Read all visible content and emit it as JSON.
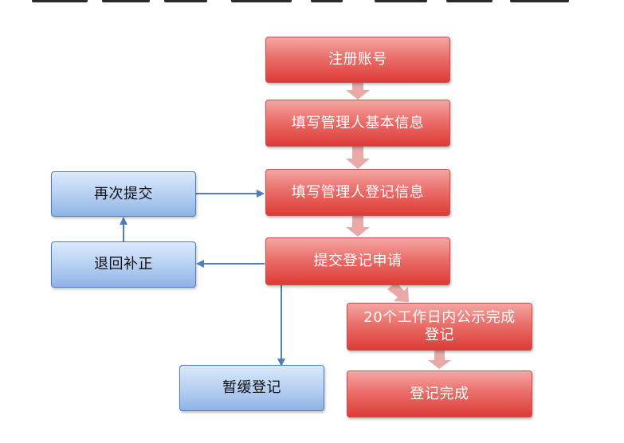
{
  "flow": {
    "register_account": "注册账号",
    "fill_manager_basic_info": "填写管理人基本信息",
    "fill_manager_registration_info": "填写管理人登记信息",
    "submit_registration_application": "提交登记申请",
    "publicity_line1": "20个工作日内公示完成",
    "publicity_line2": "登记",
    "registration_complete": "登记完成",
    "resubmit": "再次提交",
    "return_for_correction": "退回补正",
    "suspend_registration": "暂缓登记"
  },
  "colors": {
    "main_flow_box": "#e4524d",
    "side_flow_box": "#b8d1f3",
    "connector_arrow_blue": "#4f7fb8",
    "connector_arrow_pink": "#e8a9a7"
  }
}
